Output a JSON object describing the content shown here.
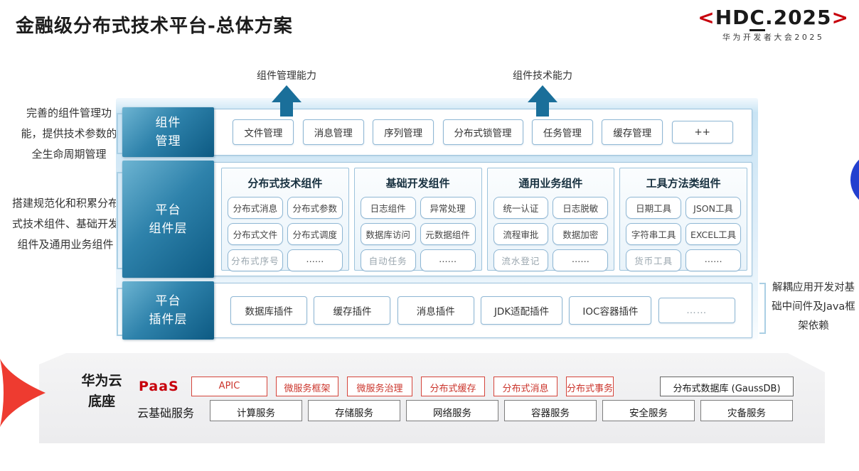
{
  "title": "金融级分布式技术平台-总体方案",
  "logo": {
    "bracket_left": "<",
    "part_hd": "HD",
    "part_c": "C",
    "part_rest": ".2025",
    "bracket_right": ">",
    "subtitle": "华为开发者大会2025"
  },
  "top_arrows": {
    "left_label": "组件管理能力",
    "right_label": "组件技术能力"
  },
  "side_notes": {
    "left_top": "完善的组件管理功能，提供技术参数的全生命周期管理",
    "left_bottom": "搭建规范化和积累分布式技术组件、基础开发组件及通用业务组件",
    "right": "解耦应用开发对基础中间件及Java框架依赖"
  },
  "layers": {
    "component_mgmt": {
      "label_lines": [
        "组件",
        "管理"
      ],
      "items": [
        "文件管理",
        "消息管理",
        "序列管理",
        "分布式锁管理",
        "任务管理",
        "缓存管理",
        "++"
      ]
    },
    "platform_components": {
      "label_lines": [
        "平台",
        "组件层"
      ],
      "groups": [
        {
          "title": "分布式技术组件",
          "cells": [
            "分布式消息",
            "分布式参数",
            "分布式文件",
            "分布式调度",
            "分布式序号",
            "……"
          ]
        },
        {
          "title": "基础开发组件",
          "cells": [
            "日志组件",
            "异常处理",
            "数据库访问",
            "元数据组件",
            "自动任务",
            "……"
          ]
        },
        {
          "title": "通用业务组件",
          "cells": [
            "统一认证",
            "日志脱敏",
            "流程审批",
            "数据加密",
            "流水登记",
            "……"
          ]
        },
        {
          "title": "工具方法类组件",
          "cells": [
            "日期工具",
            "JSON工具",
            "字符串工具",
            "EXCEL工具",
            "货币工具",
            "……"
          ]
        }
      ]
    },
    "platform_plugins": {
      "label_lines": [
        "平台",
        "插件层"
      ],
      "items": [
        "数据库插件",
        "缓存插件",
        "消息插件",
        "JDK适配插件",
        "IOC容器插件",
        "……"
      ]
    }
  },
  "foundation": {
    "label_lines": [
      "华为云",
      "底座"
    ],
    "paas": {
      "label": "PaaS",
      "items": [
        "APIC",
        "微服务框架",
        "微服务治理",
        "分布式缓存",
        "分布式消息",
        "分布式事务"
      ],
      "db_item": "分布式数据库 (GaussDB)"
    },
    "cloud": {
      "label": "云基础服务",
      "items": [
        "计算服务",
        "存储服务",
        "网络服务",
        "容器服务",
        "安全服务",
        "灾备服务"
      ]
    }
  },
  "colors": {
    "label_teal": "#0d5a83",
    "arrow_teal": "#1a6f9a",
    "huawei_red": "#c7000b",
    "paas_red": "#d5443b",
    "blue_dot": "#2440cf"
  }
}
